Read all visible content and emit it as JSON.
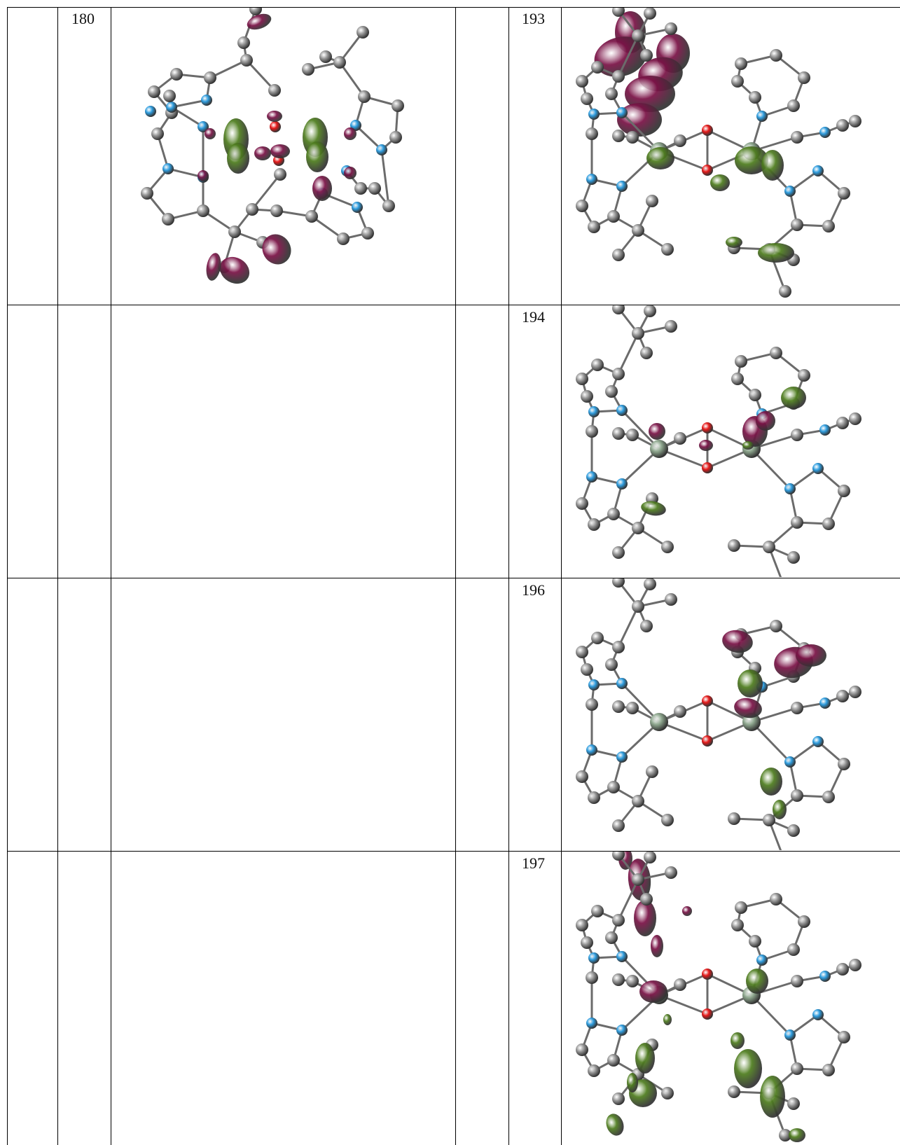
{
  "table": {
    "rows": [
      {
        "left_label": "180",
        "right_label": "193"
      },
      {
        "left_label": "",
        "right_label": "194"
      },
      {
        "left_label": "",
        "right_label": "196"
      },
      {
        "left_label": "",
        "right_label": "197"
      }
    ]
  },
  "colors": {
    "carbon": "#9a9a9a",
    "nitrogen": "#2f9ee0",
    "oxygen": "#e81b1b",
    "metal": "#8fa88f",
    "bond": "#6b6b6b",
    "lobe_positive": "#7a1246",
    "lobe_negative": "#4e7d1e"
  }
}
